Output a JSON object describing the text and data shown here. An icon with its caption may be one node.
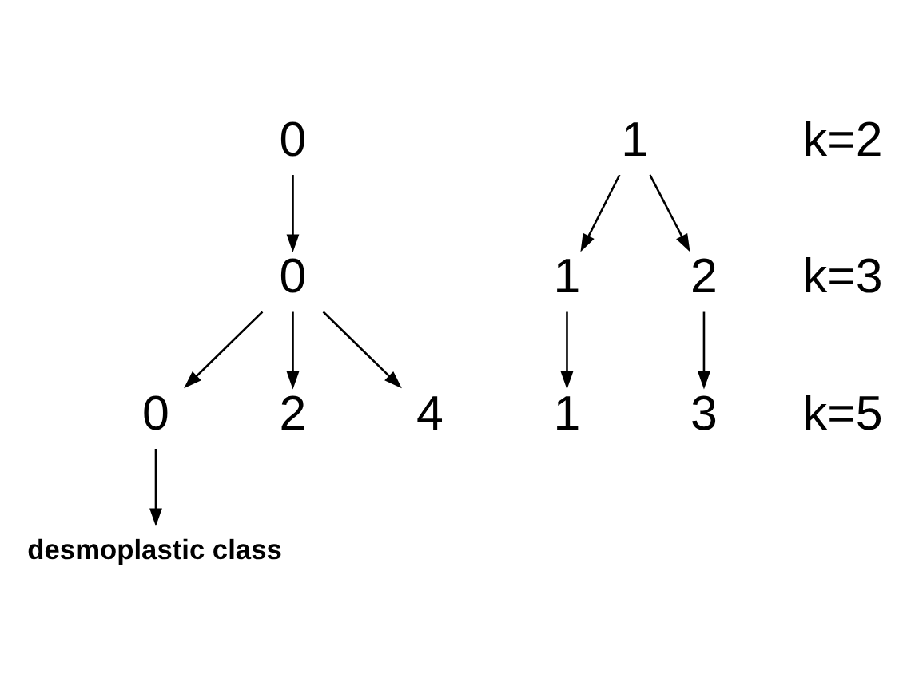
{
  "diagram": {
    "nodes": [
      {
        "text": [
          "0"
        ]
      },
      {
        "text": [
          "1"
        ]
      },
      {
        "text": [
          "0"
        ]
      },
      {
        "text": [
          "1"
        ]
      },
      {
        "text": [
          "2"
        ]
      },
      {
        "text": [
          "0"
        ]
      },
      {
        "text": [
          "2"
        ]
      },
      {
        "text": [
          "4"
        ]
      },
      {
        "text": [
          "1"
        ]
      },
      {
        "text": [
          "3"
        ]
      },
      {
        "text": [
          "desmoplastic class"
        ]
      }
    ],
    "edges": [
      {
        "from": 0,
        "to": 2,
        "arrow": "to"
      },
      {
        "from": 1,
        "to": 3,
        "arrow": "to"
      },
      {
        "from": 1,
        "to": 4,
        "arrow": "to"
      },
      {
        "from": 2,
        "to": 5,
        "arrow": "to"
      },
      {
        "from": 2,
        "to": 6,
        "arrow": "to"
      },
      {
        "from": 2,
        "to": 7,
        "arrow": "to"
      },
      {
        "from": 3,
        "to": 8,
        "arrow": "to"
      },
      {
        "from": 4,
        "to": 9,
        "arrow": "to"
      },
      {
        "from": 5,
        "to": 10,
        "arrow": "to"
      }
    ],
    "labels": [
      "k=2",
      "k=3",
      "k=5"
    ]
  }
}
